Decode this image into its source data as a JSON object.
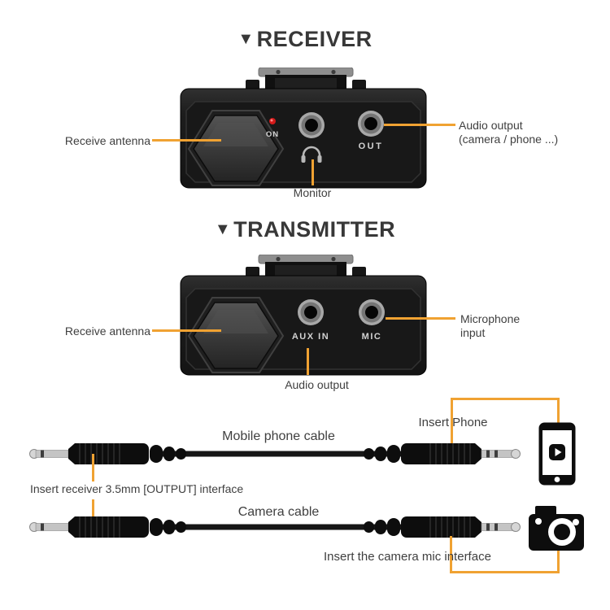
{
  "colors": {
    "accent": "#F0A232",
    "text": "#3F3F3F",
    "title": "#383838",
    "led": "#D31A1A"
  },
  "receiver": {
    "marker": "▼",
    "title": "RECEIVER",
    "panel": {
      "on": "ON",
      "out": "OUT"
    },
    "labels": {
      "antenna": "Receive antenna",
      "audio_out1": "Audio output",
      "audio_out2": "(camera / phone ...)",
      "monitor": "Monitor"
    }
  },
  "transmitter": {
    "marker": "▼",
    "title": "TRANSMITTER",
    "panel": {
      "aux": "AUX IN",
      "mic": "MIC"
    },
    "labels": {
      "antenna": "Receive antenna",
      "mic1": "Microphone",
      "mic2": "input",
      "audio_out": "Audio output"
    }
  },
  "cables": {
    "phone_cable": "Mobile phone cable",
    "insert_phone": "Insert Phone",
    "receiver_plug": "Insert receiver 3.5mm [OUTPUT] interface",
    "camera_cable": "Camera cable",
    "insert_camera": "Insert the camera mic interface"
  }
}
